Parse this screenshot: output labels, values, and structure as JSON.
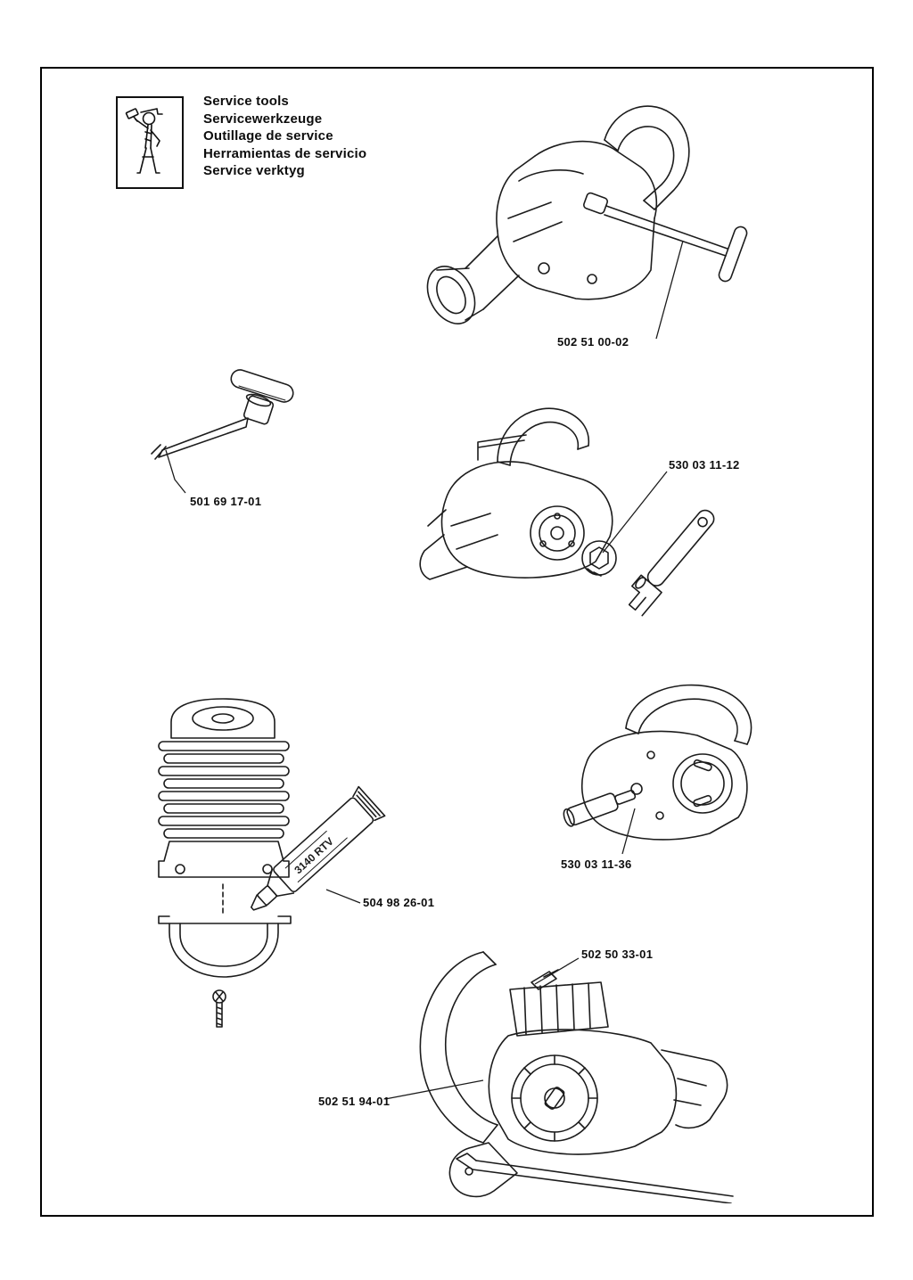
{
  "page": {
    "header": {
      "titles": {
        "en": "Service tools",
        "de": "Servicewerkzeuge",
        "fr": "Outillage de service",
        "es": "Herramientas de servicio",
        "sv": "Service verktyg"
      }
    },
    "part_labels": {
      "long_t_wrench": "502 51 00-02",
      "spark_plug_t_wrench": "501 69 17-01",
      "clutch_adjustable_wrench": "530 03 11-12",
      "sealant_tube": "504 98 26-01",
      "clutch_removal_tool": "530 03 11-36",
      "piston_stop": "502 50 33-01",
      "flywheel_bar_tool": "502 51 94-01"
    },
    "sealant_tube_text": "3140 RTV"
  }
}
